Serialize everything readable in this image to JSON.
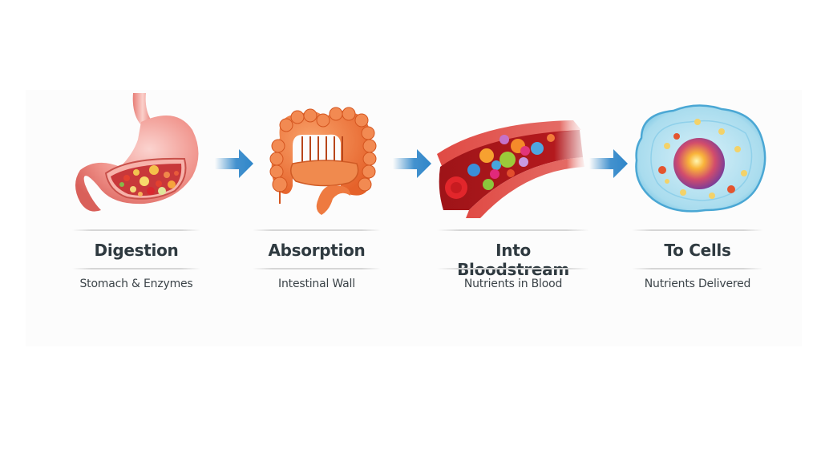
{
  "diagram": {
    "type": "process-flow",
    "direction": "left-to-right",
    "accent_arrow_color": "#2f86c9",
    "stages": [
      {
        "title": "Digestion",
        "subtitle": "Stomach & Enzymes",
        "illustration": "stomach-icon"
      },
      {
        "title": "Absorption",
        "subtitle": "Intestinal Wall",
        "illustration": "intestine-icon"
      },
      {
        "title": "Into Bloodstream",
        "subtitle": "Nutrients in Blood",
        "illustration": "blood-vessel-icon"
      },
      {
        "title": "To Cells",
        "subtitle": "Nutrients Delivered",
        "illustration": "cell-icon"
      }
    ],
    "arrows": [
      "arrow-right-icon",
      "arrow-right-icon",
      "arrow-right-icon"
    ]
  }
}
